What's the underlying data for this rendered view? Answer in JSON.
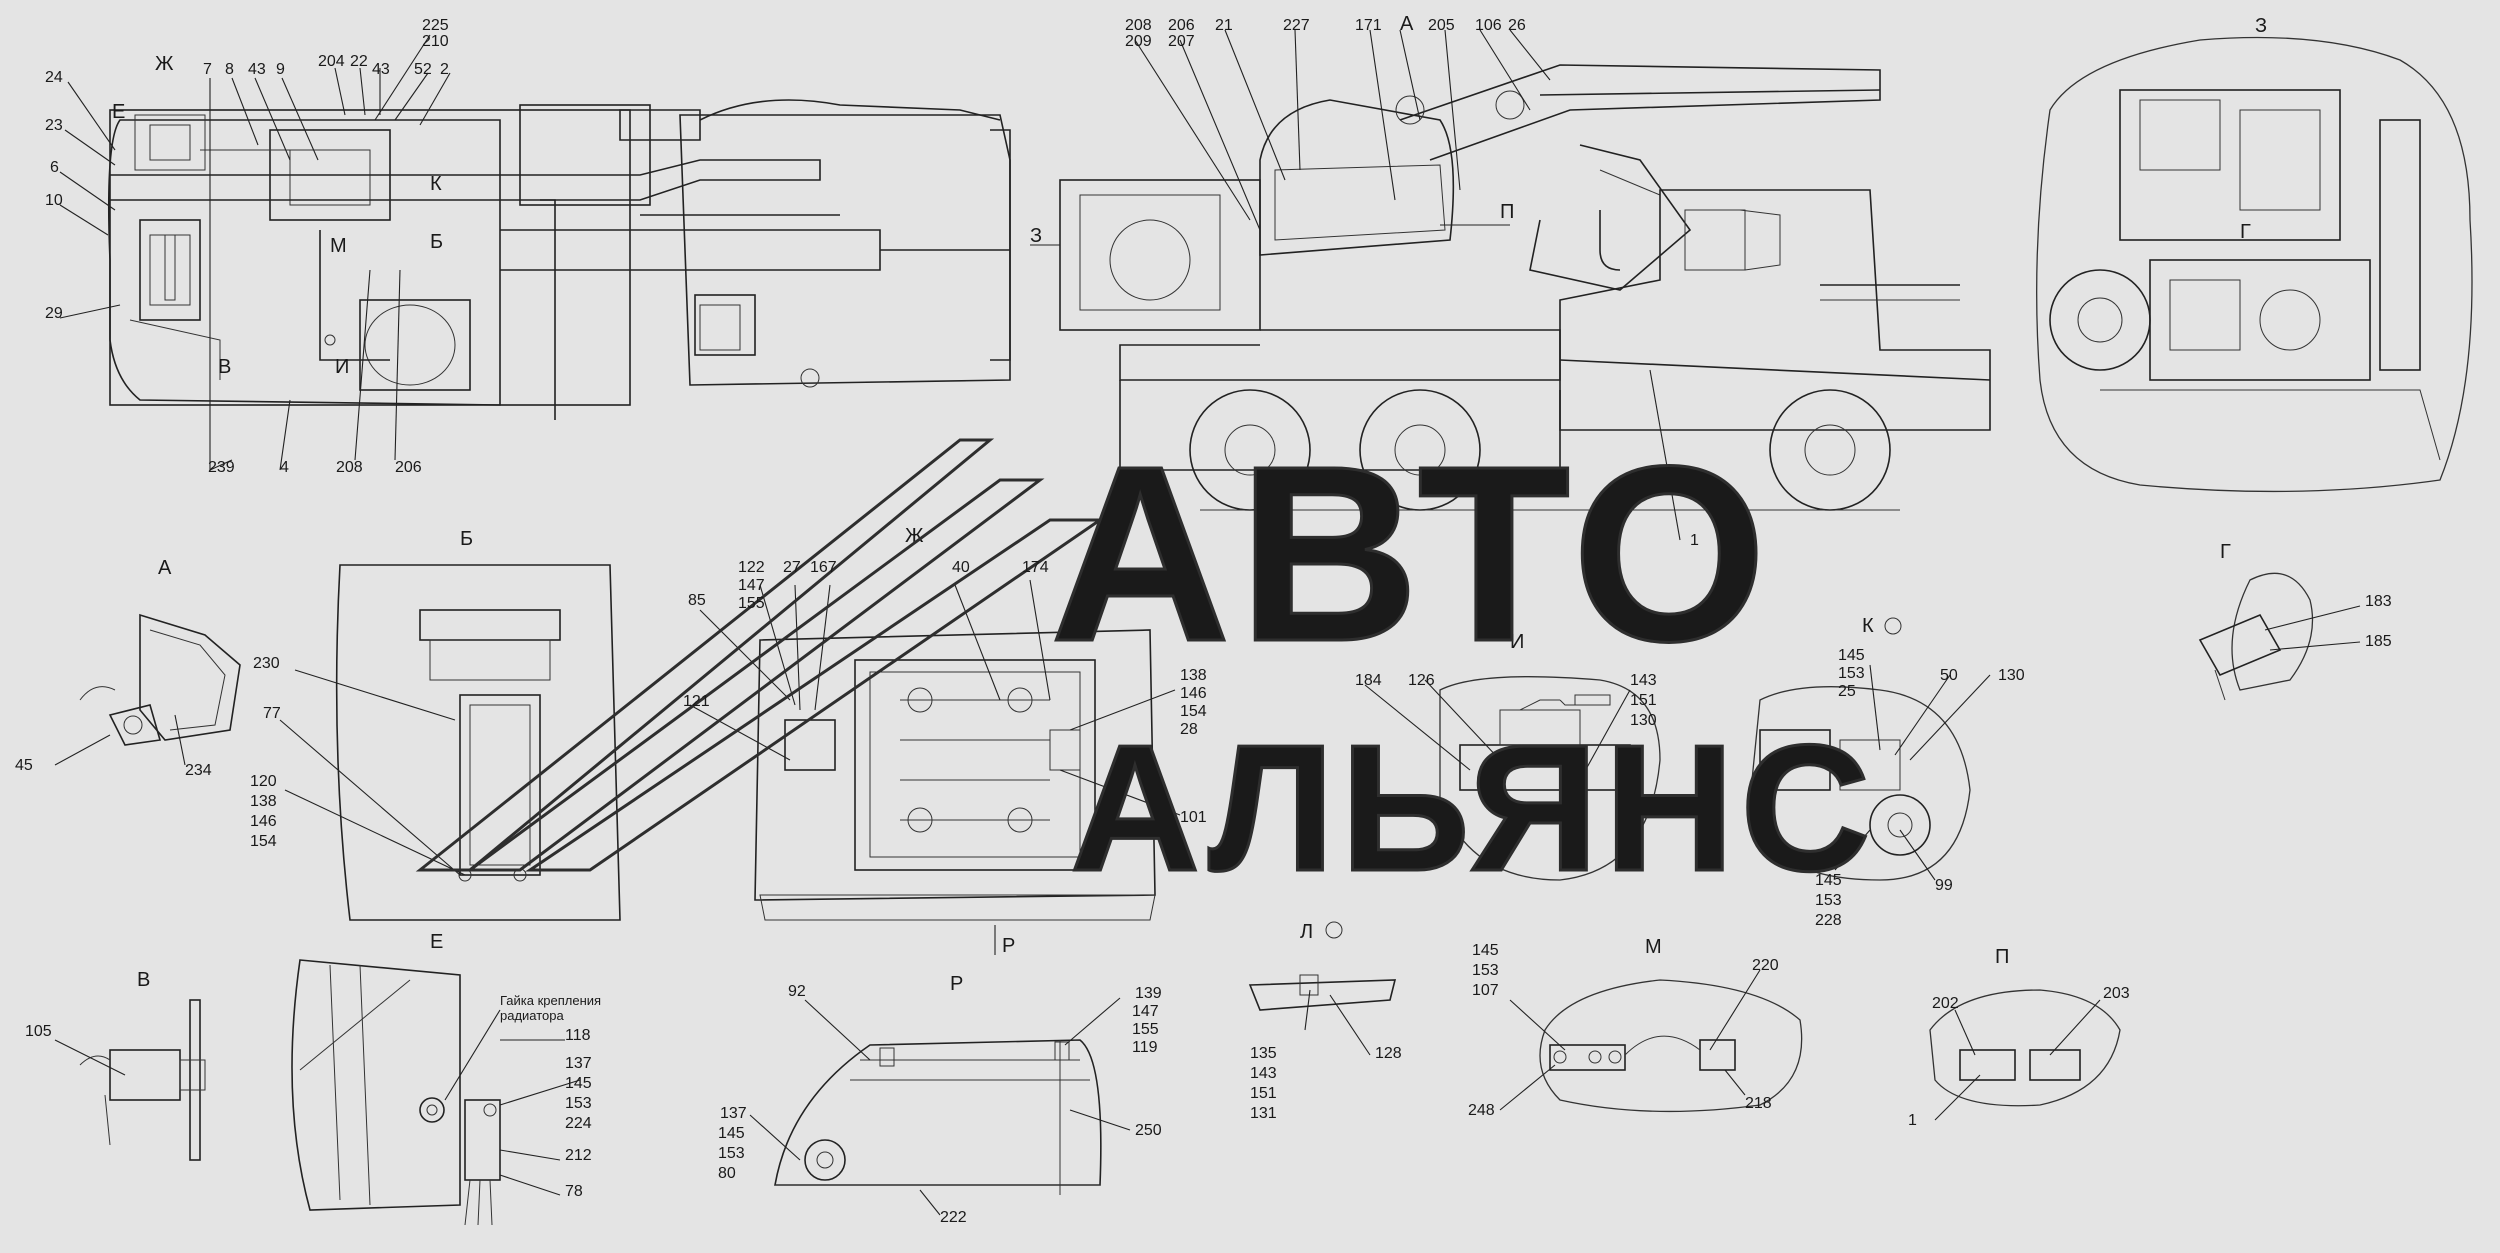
{
  "watermark": {
    "line1": "АВТО",
    "line2": "АЛЬЯНС"
  },
  "note": {
    "line1": "Гайка крепления",
    "line2": "радиатора"
  },
  "view_labels": [
    "А",
    "Б",
    "В",
    "Г",
    "Е",
    "Ж",
    "И",
    "К",
    "Л",
    "М",
    "П",
    "Р",
    "З",
    "Ж",
    "Е",
    "К",
    "Б",
    "В",
    "И",
    "М",
    "Г",
    "З",
    "А",
    "П",
    "Р"
  ],
  "callouts": [
    "24",
    "23",
    "6",
    "10",
    "29",
    "7",
    "8",
    "43",
    "9",
    "204",
    "22",
    "43",
    "225",
    "210",
    "52",
    "2",
    "239",
    "4",
    "208",
    "206",
    "208",
    "209",
    "206",
    "207",
    "21",
    "227",
    "171",
    "205",
    "106",
    "26",
    "45",
    "234",
    "230",
    "77",
    "120",
    "138",
    "146",
    "154",
    "85",
    "122",
    "147",
    "155",
    "27",
    "167",
    "40",
    "174",
    "121",
    "138",
    "146",
    "154",
    "28",
    "101",
    "184",
    "126",
    "143",
    "151",
    "130",
    "145",
    "153",
    "25",
    "50",
    "130",
    "145",
    "153",
    "228",
    "99",
    "183",
    "185",
    "105",
    "118",
    "137",
    "145",
    "153",
    "224",
    "212",
    "78",
    "92",
    "139",
    "147",
    "155",
    "119",
    "137",
    "145",
    "153",
    "80",
    "250",
    "222",
    "128",
    "135",
    "143",
    "151",
    "131",
    "145",
    "153",
    "107",
    "220",
    "248",
    "218",
    "202",
    "203",
    "1"
  ]
}
